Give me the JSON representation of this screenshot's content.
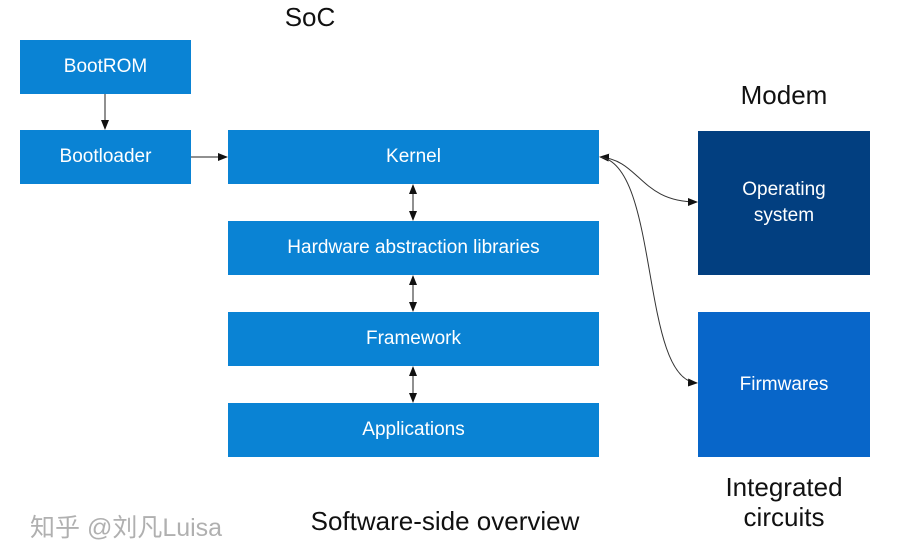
{
  "titles": {
    "soc": "SoC",
    "modem": "Modem",
    "integrated_circuits": "Integrated circuits",
    "footer": "Software-side overview"
  },
  "boxes": {
    "bootrom": "BootROM",
    "bootloader": "Bootloader",
    "kernel": "Kernel",
    "hal": "Hardware abstraction libraries",
    "framework": "Framework",
    "applications": "Applications",
    "operating_system": "Operating system",
    "firmwares": "Firmwares"
  },
  "watermark": "知乎 @刘凡Luisa",
  "colors": {
    "soc_box": "#0a83d4",
    "modem_box": "#023f80",
    "ic_box": "#0866c9"
  }
}
